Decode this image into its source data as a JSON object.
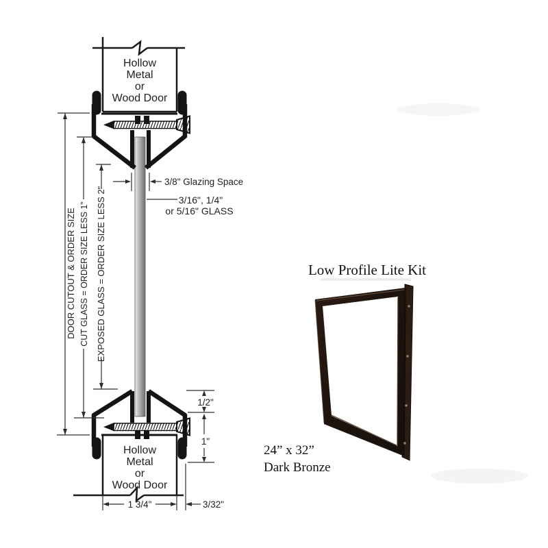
{
  "schematic": {
    "door_top": {
      "line1": "Hollow",
      "line2": "Metal",
      "line3": "or",
      "line4": "Wood Door"
    },
    "door_bottom": {
      "line1": "Hollow",
      "line2": "Metal",
      "line3": "or",
      "line4": "Wood Door"
    },
    "vertical_dims": {
      "door_cutout": "DOOR CUTOUT & ORDER SIZE",
      "cut_glass": "CUT GLASS = ORDER SIZE LESS 1\"",
      "exposed_glass": "EXPOSED GLASS = ORDER SIZE LESS 2\""
    },
    "annotations": {
      "glazing_space": "3/8\" Glazing Space",
      "glass_line1": "3/16\", 1/4\"",
      "glass_line2": "or 5/16\" GLASS",
      "half_inch": "1/2\"",
      "one_inch": "1\"",
      "door_thickness": "1 3/4\"",
      "frame_lip": "3/32\""
    }
  },
  "product": {
    "title": "Low Profile Lite Kit",
    "size": "24” x 32”",
    "finish": "Dark Bronze",
    "frame_color": "#241812"
  }
}
